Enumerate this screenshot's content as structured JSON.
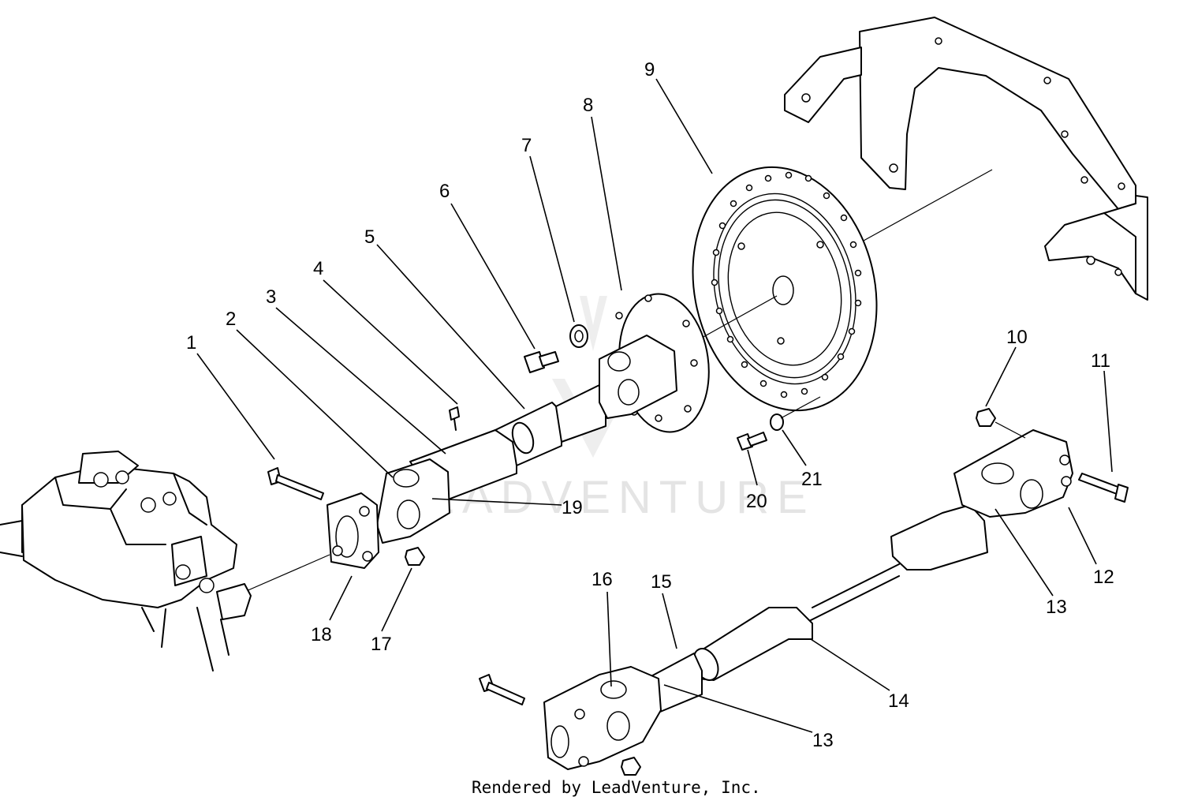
{
  "watermark": "LEADVENTURE",
  "credit": "Rendered by LeadVenture, Inc.",
  "callouts": [
    "1",
    "2",
    "3",
    "4",
    "5",
    "6",
    "7",
    "8",
    "9",
    "10",
    "11",
    "12",
    "13",
    "14",
    "15",
    "16",
    "17",
    "18",
    "19",
    "20",
    "21",
    "13"
  ]
}
